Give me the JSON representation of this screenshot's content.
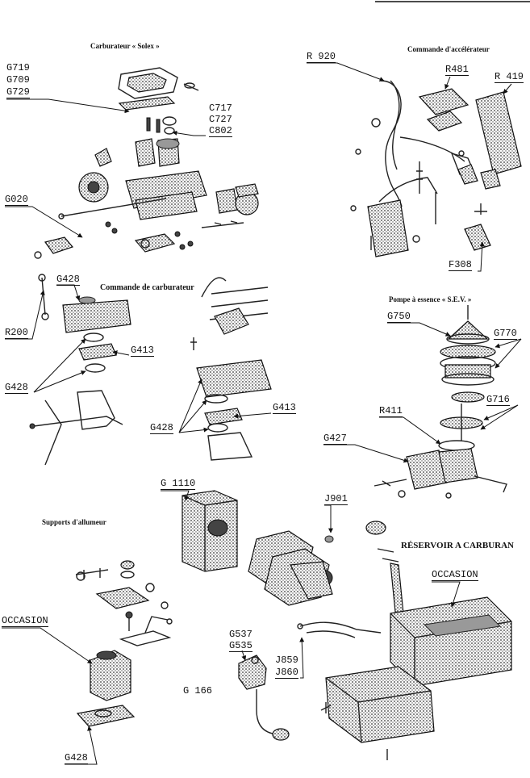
{
  "sections": {
    "solex": "Carburateur « Solex »",
    "accel": "Commande d'accélérateur",
    "carb_cmd": "Commande de carburateur",
    "pump": "Pompe à essence « S.E.V. »",
    "dist": "Supports d'allumeur",
    "tank": "RÉSERVOIR A CARBURAN"
  },
  "codes": {
    "g719": "G719",
    "g709": "G709",
    "g729": "G729",
    "c717": "C717",
    "c727": "C727",
    "c802": "C802",
    "g020": "G020",
    "r920": "R 920",
    "r481": "R481",
    "r419": "R 419",
    "f308": "F308",
    "g428a": "G428",
    "r200": "R200",
    "g413a": "G413",
    "g428b": "G428",
    "g413b": "G413",
    "g428c": "G428",
    "g750": "G750",
    "g770": "G770",
    "g716": "G716",
    "r411": "R411",
    "g427": "G427",
    "g1110": "G 1110",
    "j901": "J901",
    "occasion1": "OCCASION",
    "occasion2": "OCCASION",
    "g537": "G537",
    "g535": "G535",
    "j859": "J859",
    "j860": "J860",
    "g166": "G 166",
    "g428d": "G428"
  }
}
